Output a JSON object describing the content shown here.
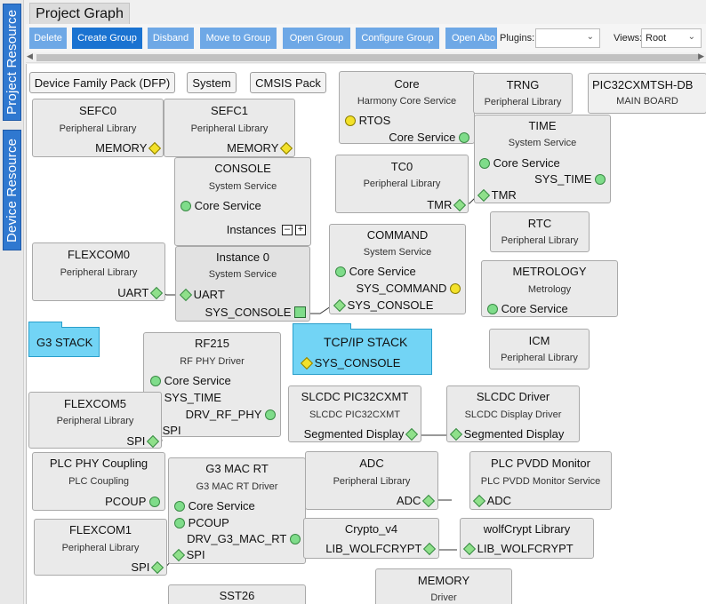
{
  "sidebar": {
    "tabs": [
      "Project Resource",
      "Device Resource"
    ]
  },
  "header": {
    "title": "Project Graph"
  },
  "toolbar": {
    "delete": "Delete",
    "create_group": "Create Group",
    "disband": "Disband",
    "move_to_group": "Move to Group",
    "open_group": "Open Group",
    "configure_group": "Configure Group",
    "open_abo": "Open Abo",
    "plugins_label": "Plugins:",
    "plugins_value": "",
    "views_label": "Views:",
    "views_value": "Root"
  },
  "graph": {
    "group_buttons": [
      "Device Family Pack (DFP)",
      "System",
      "CMSIS Pack"
    ],
    "board": {
      "title": "PIC32CXMTSH-DB",
      "subtitle": "MAIN BOARD"
    },
    "nodes": {
      "sefc0": {
        "title": "SEFC0",
        "subtitle": "Peripheral Library",
        "port": "MEMORY"
      },
      "sefc1": {
        "title": "SEFC1",
        "subtitle": "Peripheral Library",
        "port": "MEMORY"
      },
      "core": {
        "title": "Core",
        "subtitle": "Harmony Core Service",
        "port1": "RTOS",
        "port2": "Core Service"
      },
      "trng": {
        "title": "TRNG",
        "subtitle": "Peripheral Library"
      },
      "time": {
        "title": "TIME",
        "subtitle": "System Service",
        "port1": "Core Service",
        "port2": "SYS_TIME",
        "port3": "TMR"
      },
      "console": {
        "title": "CONSOLE",
        "subtitle": "System Service",
        "port1": "Core Service",
        "instances": "Instances"
      },
      "instance0": {
        "title": "Instance 0",
        "subtitle": "System Service",
        "port1": "UART",
        "port2": "SYS_CONSOLE"
      },
      "tc0": {
        "title": "TC0",
        "subtitle": "Peripheral Library",
        "port": "TMR"
      },
      "rtc": {
        "title": "RTC",
        "subtitle": "Peripheral Library"
      },
      "flexcom0": {
        "title": "FLEXCOM0",
        "subtitle": "Peripheral Library",
        "port": "UART"
      },
      "command": {
        "title": "COMMAND",
        "subtitle": "System Service",
        "port1": "Core Service",
        "port2": "SYS_COMMAND",
        "port3": "SYS_CONSOLE"
      },
      "metrology": {
        "title": "METROLOGY",
        "subtitle": "Metrology",
        "port": "Core Service"
      },
      "g3stack": {
        "title": "G3 STACK"
      },
      "tcpip": {
        "title": "TCP/IP STACK",
        "port": "SYS_CONSOLE"
      },
      "rf215": {
        "title": "RF215",
        "subtitle": "RF PHY Driver",
        "port1": "Core Service",
        "port2": "SYS_TIME",
        "port3": "DRV_RF_PHY",
        "port4": "SPI"
      },
      "icm": {
        "title": "ICM",
        "subtitle": "Peripheral Library"
      },
      "flexcom5": {
        "title": "FLEXCOM5",
        "subtitle": "Peripheral Library",
        "port": "SPI"
      },
      "slcdc_pic": {
        "title": "SLCDC PIC32CXMT",
        "subtitle": "SLCDC PIC32CXMT",
        "port": "Segmented Display"
      },
      "slcdc_drv": {
        "title": "SLCDC Driver",
        "subtitle": "SLCDC Display Driver",
        "port": "Segmented Display"
      },
      "plcphy": {
        "title": "PLC PHY Coupling",
        "subtitle": "PLC Coupling",
        "port": "PCOUP"
      },
      "g3mac": {
        "title": "G3 MAC RT",
        "subtitle": "G3 MAC RT Driver",
        "port1": "Core Service",
        "port2": "PCOUP",
        "port3": "DRV_G3_MAC_RT",
        "port4": "SPI"
      },
      "adc": {
        "title": "ADC",
        "subtitle": "Peripheral Library",
        "port": "ADC"
      },
      "plcpvdd": {
        "title": "PLC PVDD Monitor",
        "subtitle": "PLC PVDD Monitor Service",
        "port": "ADC"
      },
      "flexcom1": {
        "title": "FLEXCOM1",
        "subtitle": "Peripheral Library",
        "port": "SPI"
      },
      "crypto": {
        "title": "Crypto_v4",
        "port": "LIB_WOLFCRYPT"
      },
      "wolfcrypt": {
        "title": "wolfCrypt Library",
        "port": "LIB_WOLFCRYPT"
      },
      "sst26": {
        "title": "SST26"
      },
      "memory": {
        "title": "MEMORY",
        "subtitle": "Driver"
      }
    }
  },
  "colors": {
    "accent": "#1a73d1",
    "button": "#6ea8e6",
    "folder": "#72d4f5",
    "port_green": "#7fdc8a",
    "port_yellow": "#f3e12a"
  }
}
